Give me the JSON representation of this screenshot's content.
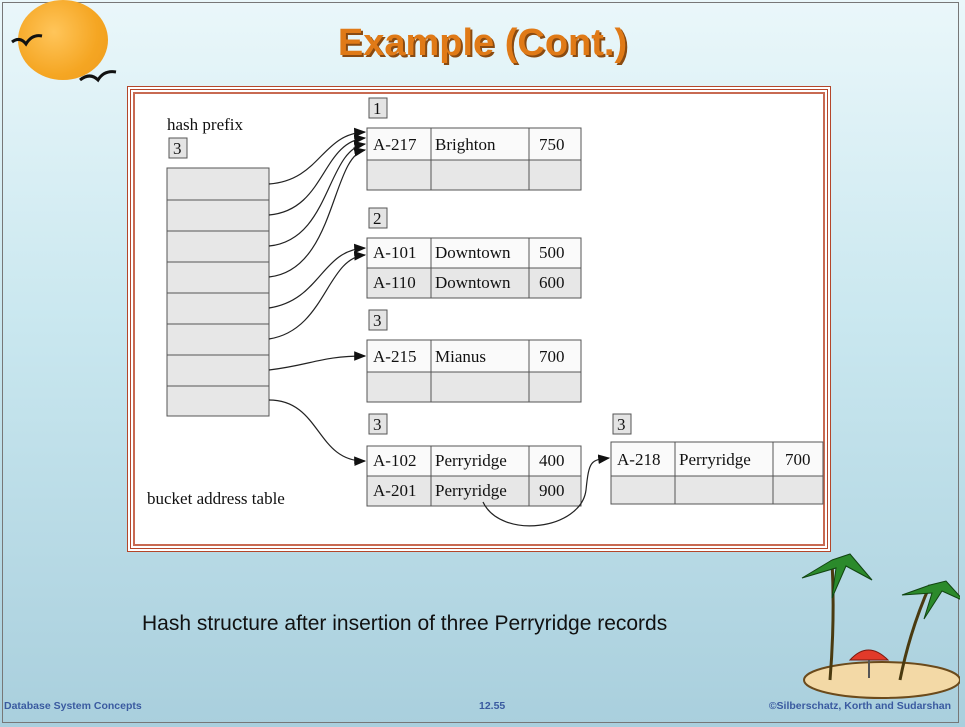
{
  "slide": {
    "title": "Example (Cont.)",
    "caption": "Hash structure after insertion of  three Perryridge records",
    "footer_left": "Database System Concepts",
    "footer_center": "12.55",
    "footer_right": "©Silberschatz, Korth and Sudarshan"
  },
  "diagram": {
    "hash_prefix_label": "hash prefix",
    "hash_prefix_value": "3",
    "table_label": "bucket address table",
    "buckets": [
      {
        "local_depth": "1",
        "records": [
          {
            "id": "A-217",
            "branch": "Brighton",
            "balance": "750"
          }
        ]
      },
      {
        "local_depth": "2",
        "records": [
          {
            "id": "A-101",
            "branch": "Downtown",
            "balance": "500"
          },
          {
            "id": "A-110",
            "branch": "Downtown",
            "balance": "600"
          }
        ]
      },
      {
        "local_depth": "3",
        "records": [
          {
            "id": "A-215",
            "branch": "Mianus",
            "balance": "700"
          }
        ]
      },
      {
        "local_depth": "3",
        "records": [
          {
            "id": "A-102",
            "branch": "Perryridge",
            "balance": "400"
          },
          {
            "id": "A-201",
            "branch": "Perryridge",
            "balance": "900"
          }
        ]
      },
      {
        "local_depth": "3",
        "records": [
          {
            "id": "A-218",
            "branch": "Perryridge",
            "balance": "700"
          }
        ]
      }
    ]
  },
  "colors": {
    "title": "#e07a17",
    "frame": "#b4462a",
    "footer": "#3a5aa0"
  }
}
